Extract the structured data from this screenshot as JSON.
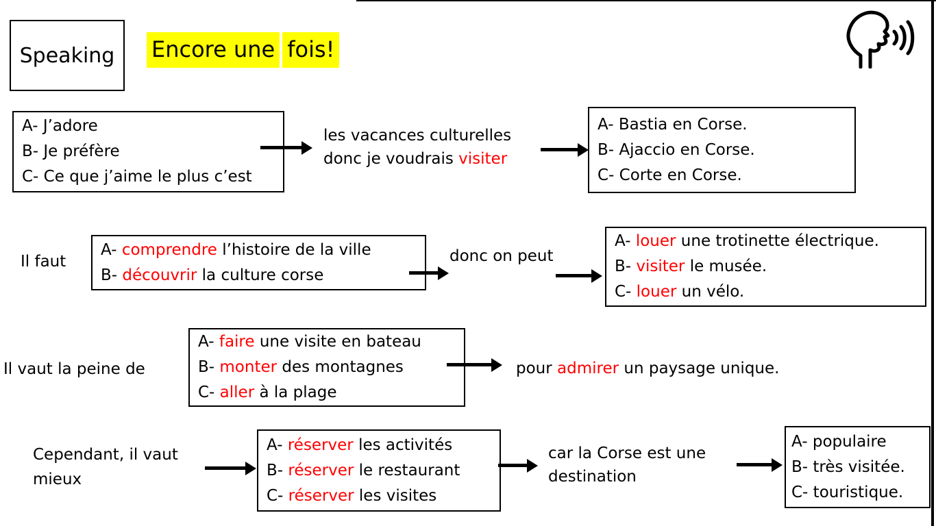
{
  "colors": {
    "red": "#ff0000",
    "highlight": "#ffff00",
    "ink": "#000000"
  },
  "header": {
    "speaking_label": "Speaking",
    "title_part1": "Encore une",
    "title_part2": "fois!",
    "icon": "speaking-head-icon"
  },
  "row1": {
    "box_left": {
      "lines": [
        [
          {
            "text": "A- J’adore"
          }
        ],
        [
          {
            "text": "B- Je préfère"
          }
        ],
        [
          {
            "text": "C- Ce que j’aime le plus c’est"
          }
        ]
      ]
    },
    "connector_line1": [
      {
        "text": "les vacances culturelles"
      }
    ],
    "connector_line2": [
      {
        "text": "donc je voudrais "
      },
      {
        "text": "visiter",
        "red": true
      }
    ],
    "box_right": {
      "lines": [
        [
          {
            "text": "A- Bastia en Corse."
          }
        ],
        [
          {
            "text": "B- Ajaccio en Corse."
          }
        ],
        [
          {
            "text": "C- Corte en Corse."
          }
        ]
      ]
    }
  },
  "row2": {
    "label": "Il faut",
    "box_left": {
      "lines": [
        [
          {
            "text": "A- "
          },
          {
            "text": "comprendre",
            "red": true
          },
          {
            "text": " l’histoire de la ville"
          }
        ],
        [
          {
            "text": "B- "
          },
          {
            "text": "découvrir",
            "red": true
          },
          {
            "text": " la culture corse"
          }
        ]
      ]
    },
    "connector": "donc on peut",
    "box_right": {
      "lines": [
        [
          {
            "text": "A- "
          },
          {
            "text": "louer",
            "red": true
          },
          {
            "text": " une trotinette électrique."
          }
        ],
        [
          {
            "text": "B- "
          },
          {
            "text": "visiter",
            "red": true
          },
          {
            "text": " le musée."
          }
        ],
        [
          {
            "text": "C- "
          },
          {
            "text": "louer",
            "red": true
          },
          {
            "text": " un vélo."
          }
        ]
      ]
    }
  },
  "row3": {
    "label": "Il vaut la peine de",
    "box": {
      "lines": [
        [
          {
            "text": "A- "
          },
          {
            "text": "faire",
            "red": true
          },
          {
            "text": " une visite en bateau"
          }
        ],
        [
          {
            "text": "B- "
          },
          {
            "text": "monter",
            "red": true
          },
          {
            "text": " des montagnes"
          }
        ],
        [
          {
            "text": "C- "
          },
          {
            "text": "aller",
            "red": true
          },
          {
            "text": " à la plage"
          }
        ]
      ]
    },
    "tail": [
      {
        "text": "pour "
      },
      {
        "text": "admirer",
        "red": true
      },
      {
        "text": " un paysage unique."
      }
    ]
  },
  "row4": {
    "label_line1": "Cependant, il vaut",
    "label_line2": "mieux",
    "box_left": {
      "lines": [
        [
          {
            "text": "A- "
          },
          {
            "text": "réserver",
            "red": true
          },
          {
            "text": " les activités"
          }
        ],
        [
          {
            "text": "B- "
          },
          {
            "text": "réserver",
            "red": true
          },
          {
            "text": " le restaurant"
          }
        ],
        [
          {
            "text": "C- "
          },
          {
            "text": "réserver",
            "red": true
          },
          {
            "text": " les visites"
          }
        ]
      ]
    },
    "connector_line1": "car la Corse est une",
    "connector_line2": "destination",
    "box_right": {
      "lines": [
        [
          {
            "text": "A- populaire"
          }
        ],
        [
          {
            "text": "B- très visitée."
          }
        ],
        [
          {
            "text": "C- touristique."
          }
        ]
      ]
    }
  }
}
